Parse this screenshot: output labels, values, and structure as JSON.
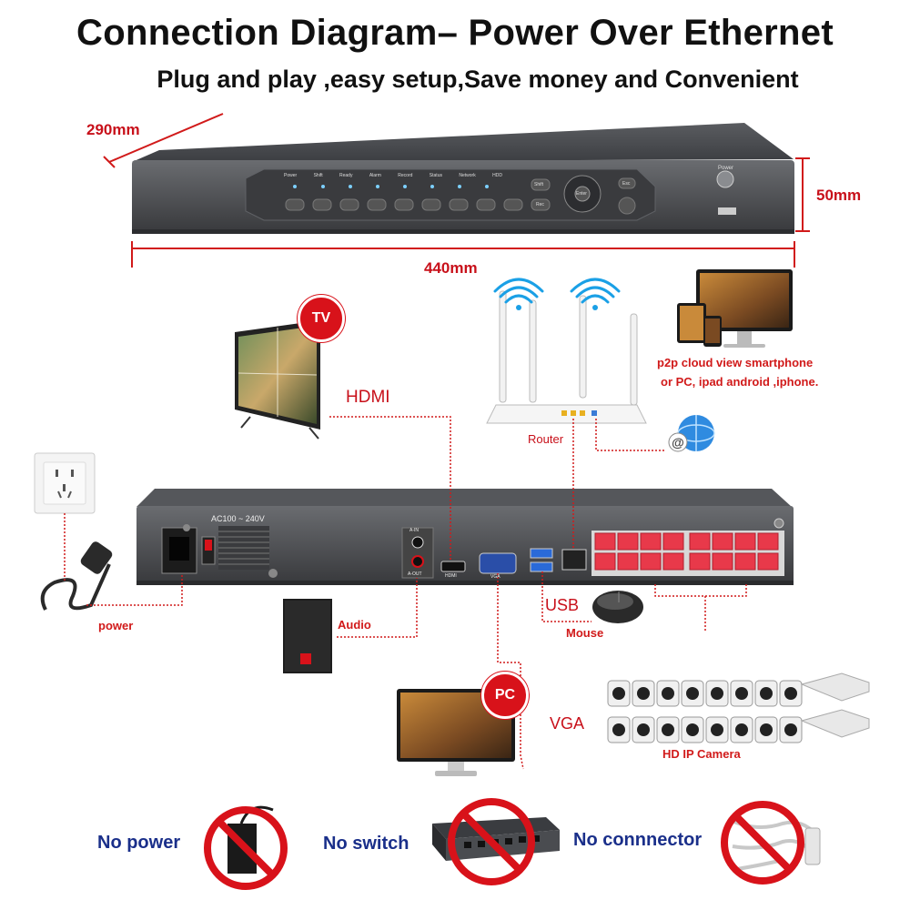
{
  "header": {
    "title": "Connection Diagram– Power Over Ethernet",
    "subtitle": "Plug and play ,easy setup,Save money and Convenient"
  },
  "dimensions": {
    "depth": "290mm",
    "height": "50mm",
    "width": "440mm"
  },
  "front_panel": {
    "indicators": [
      "Power",
      "Shift",
      "Ready",
      "Alarm",
      "Record",
      "Status",
      "Network",
      "HDD"
    ],
    "buttons": [
      "Shift",
      "Esc",
      "Rec",
      "Enter"
    ],
    "power_label": "Power"
  },
  "rear_panel": {
    "psu_label": "AC100 ~ 240V",
    "audio_in": "A-IN",
    "audio_out": "A-OUT",
    "hdmi_port": "HDMI",
    "vga_port": "VGA"
  },
  "devices": {
    "tv": {
      "badge": "TV",
      "label": "HDMI"
    },
    "router": {
      "label": "Router"
    },
    "p2p": {
      "line1": "p2p cloud  view smartphone",
      "line2": "or PC, ipad android ,iphone."
    },
    "power": {
      "label": "power"
    },
    "audio": {
      "label": "Audio"
    },
    "usb": {
      "label": "USB",
      "mouse": "Mouse"
    },
    "pc": {
      "badge": "PC",
      "label": "VGA"
    },
    "cameras": {
      "label": "HD IP Camera",
      "count": 16
    }
  },
  "prohibited": [
    {
      "label": "No power"
    },
    {
      "label": "No switch"
    },
    {
      "label": "No connnector"
    }
  ],
  "colors": {
    "accent_red": "#d11a1a",
    "label_blue": "#1a2f8a",
    "poe_port_red": "#e8394a",
    "chassis": "#4a4c50"
  }
}
